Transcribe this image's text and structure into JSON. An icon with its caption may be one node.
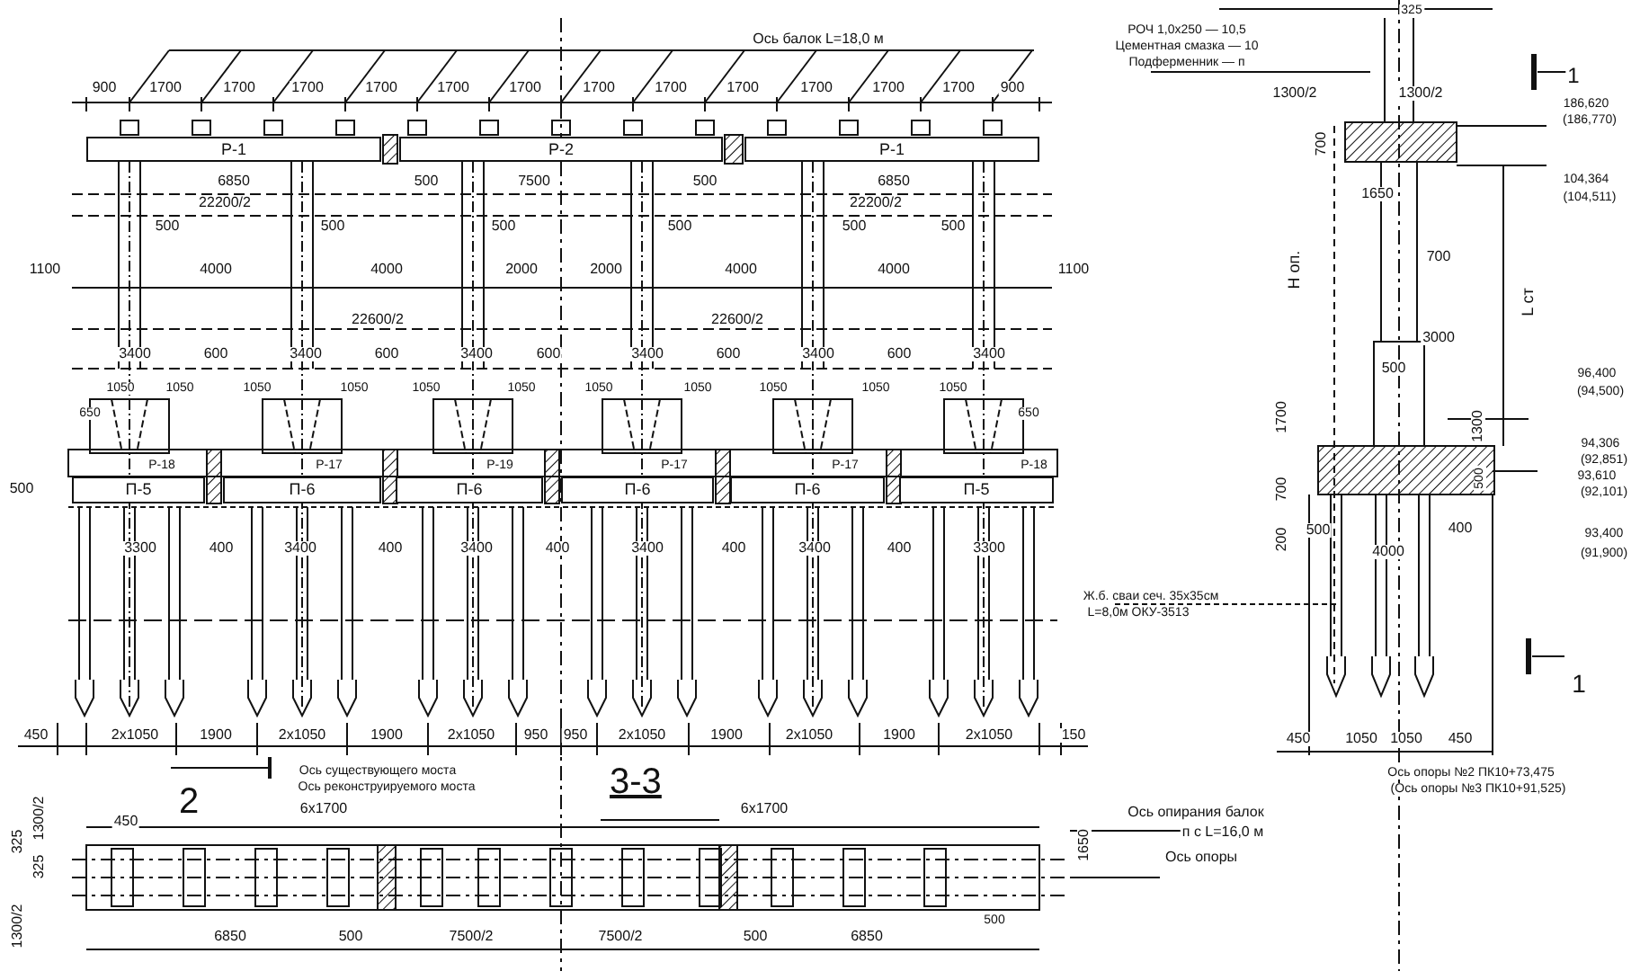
{
  "diagram": {
    "title": "3-3",
    "nodes": [
      {
        "text": [
          "Р-1"
        ]
      },
      {
        "text": [
          "Р-2"
        ]
      },
      {
        "text": [
          "Р-1"
        ]
      },
      {
        "text": [
          "П-5"
        ]
      },
      {
        "text": [
          "П-6"
        ]
      },
      {
        "text": [
          "П-6"
        ]
      },
      {
        "text": [
          "П-6"
        ]
      },
      {
        "text": [
          "П-6"
        ]
      },
      {
        "text": [
          "П-5"
        ]
      }
    ],
    "labels": [
      "Ось балок L=18,0 м",
      "900",
      "1700",
      "1700",
      "1700",
      "1700",
      "1700",
      "1700",
      "1700",
      "1700",
      "1700",
      "1700",
      "1700",
      "1700",
      "900",
      "6850",
      "500",
      "7500",
      "500",
      "6850",
      "22200/2",
      "22200/2",
      "500",
      "500",
      "500",
      "500",
      "500",
      "500",
      "1100",
      "4000",
      "4000",
      "2000",
      "2000",
      "4000",
      "4000",
      "1100",
      "22600/2",
      "22600/2",
      "3400",
      "600",
      "3400",
      "600",
      "3400",
      "600",
      "3400",
      "600",
      "3400",
      "600",
      "3400",
      "1050",
      "1050",
      "1050",
      "1050",
      "1050",
      "1050",
      "1050",
      "1050",
      "1050",
      "1050",
      "1050",
      "650",
      "650",
      "Р-18",
      "Р-17",
      "Р-19",
      "Р-17",
      "Р-17",
      "Р-18",
      "500",
      "3300",
      "400",
      "3400",
      "400",
      "3400",
      "400",
      "3400",
      "400",
      "3400",
      "400",
      "3300",
      "450",
      "2x1050",
      "1900",
      "2x1050",
      "1900",
      "2x1050",
      "950",
      "950",
      "2x1050",
      "1900",
      "2x1050",
      "1900",
      "2x1050",
      "150",
      "2",
      "Ось существующего моста",
      "Ось реконструируемого моста",
      "6x1700",
      "6x1700",
      "450",
      "1300/2",
      "325",
      "325",
      "1300/2",
      "6850",
      "500",
      "7500/2",
      "7500/2",
      "500",
      "6850",
      "500",
      "1650",
      "325",
      "РОЧ 1,0х250 — 10,5",
      "Цементная смазка — 10",
      "Подферменник — п",
      "1300/2",
      "1300/2",
      "1",
      "186,620",
      "(186,770)",
      "700",
      "1650",
      "104,364",
      "(104,511)",
      "700",
      "Н оп.",
      "L ст",
      "3000",
      "500",
      "96,400",
      "(94,500)",
      "1700",
      "1300",
      "94,306",
      "(92,851)",
      "93,610",
      "(92,101)",
      "700",
      "200",
      "500",
      "500",
      "400",
      "4000",
      "93,400",
      "(91,900)",
      "Ж.б. сваи сеч. 35х35см",
      "L=8,0м ОКУ-3513",
      "1",
      "450",
      "1050",
      "1050",
      "450",
      "Ось опоры №2 ПК10+73,475",
      "(Ось опоры №3 ПК10+91,525)",
      "Ось опирания балок",
      "п с L=16,0 м",
      "Ось опоры"
    ]
  }
}
